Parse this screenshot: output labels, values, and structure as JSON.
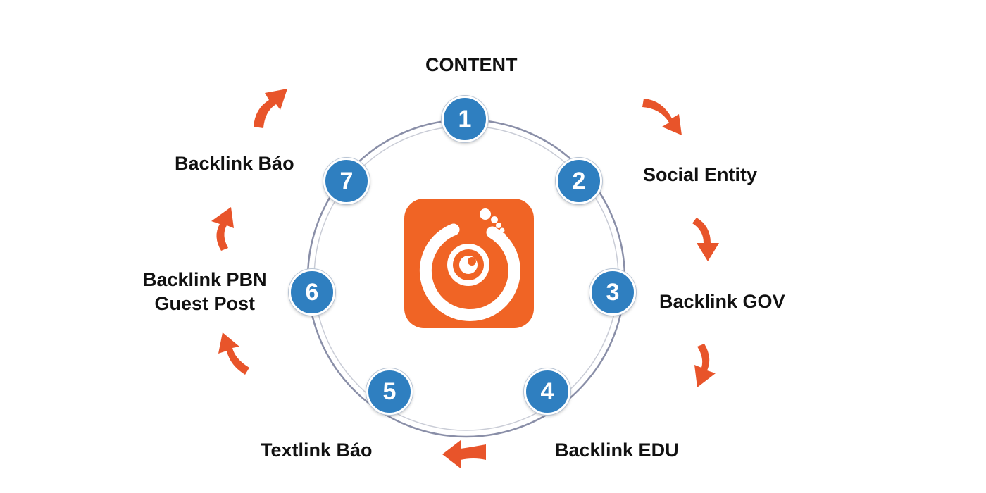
{
  "colors": {
    "accent": "#f06425",
    "step_fill": "#2f7fc0",
    "ring": "#8a8fa8",
    "arrow": "#e8542a"
  },
  "center_icon": "orange-logo-icon",
  "steps": [
    {
      "number": "1",
      "label": "CONTENT"
    },
    {
      "number": "2",
      "label": "Social Entity"
    },
    {
      "number": "3",
      "label": "Backlink GOV"
    },
    {
      "number": "4",
      "label": "Backlink EDU"
    },
    {
      "number": "5",
      "label": "Textlink Báo"
    },
    {
      "number": "6",
      "label_lines": [
        "Backlink PBN",
        "Guest Post"
      ]
    },
    {
      "number": "7",
      "label": "Backlink Báo"
    }
  ]
}
